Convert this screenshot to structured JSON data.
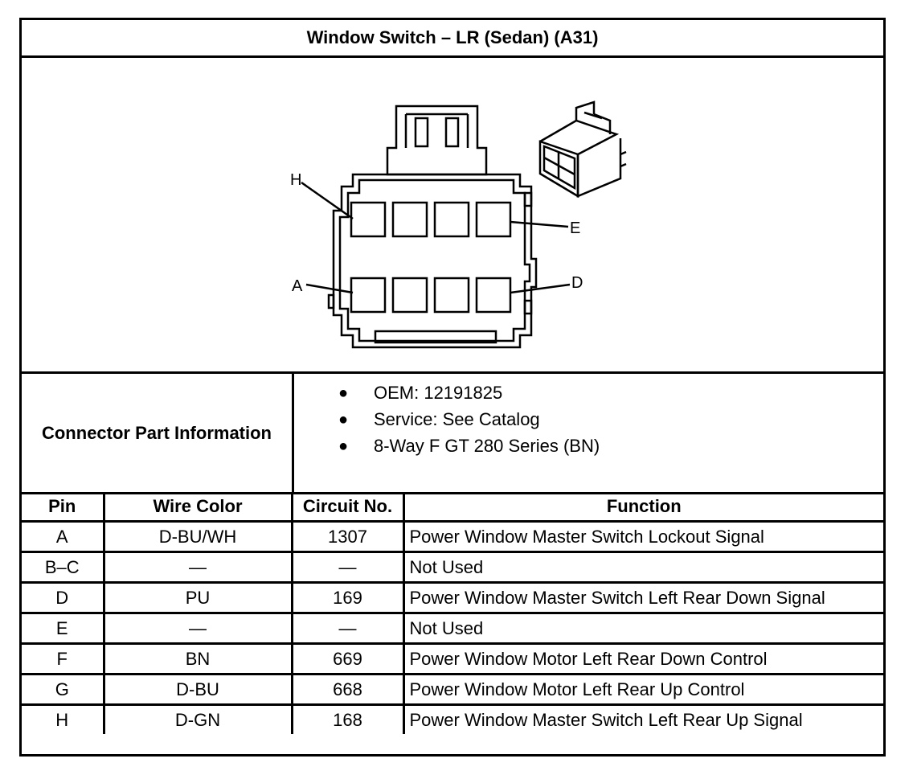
{
  "title": "Window Switch – LR (Sedan) (A31)",
  "diagram": {
    "callouts": {
      "h": "H",
      "e": "E",
      "a": "A",
      "d": "D"
    }
  },
  "connector_info": {
    "label": "Connector Part Information",
    "items": [
      "OEM: 12191825",
      "Service: See Catalog",
      "8-Way F GT 280 Series (BN)"
    ],
    "bullet": "●"
  },
  "table": {
    "headers": {
      "pin": "Pin",
      "wire_color": "Wire Color",
      "circuit": "Circuit No.",
      "function": "Function"
    },
    "rows": [
      {
        "pin": "A",
        "wire_color": "D-BU/WH",
        "circuit": "1307",
        "function": "Power Window Master Switch Lockout Signal"
      },
      {
        "pin": "B–C",
        "wire_color": "—",
        "circuit": "—",
        "function": "Not Used"
      },
      {
        "pin": "D",
        "wire_color": "PU",
        "circuit": "169",
        "function": "Power Window Master Switch Left Rear Down Signal"
      },
      {
        "pin": "E",
        "wire_color": "—",
        "circuit": "—",
        "function": "Not Used"
      },
      {
        "pin": "F",
        "wire_color": "BN",
        "circuit": "669",
        "function": "Power Window Motor Left Rear Down Control"
      },
      {
        "pin": "G",
        "wire_color": "D-BU",
        "circuit": "668",
        "function": "Power Window Motor Left Rear Up Control"
      },
      {
        "pin": "H",
        "wire_color": "D-GN",
        "circuit": "168",
        "function": "Power Window Master Switch Left Rear Up Signal"
      }
    ]
  }
}
